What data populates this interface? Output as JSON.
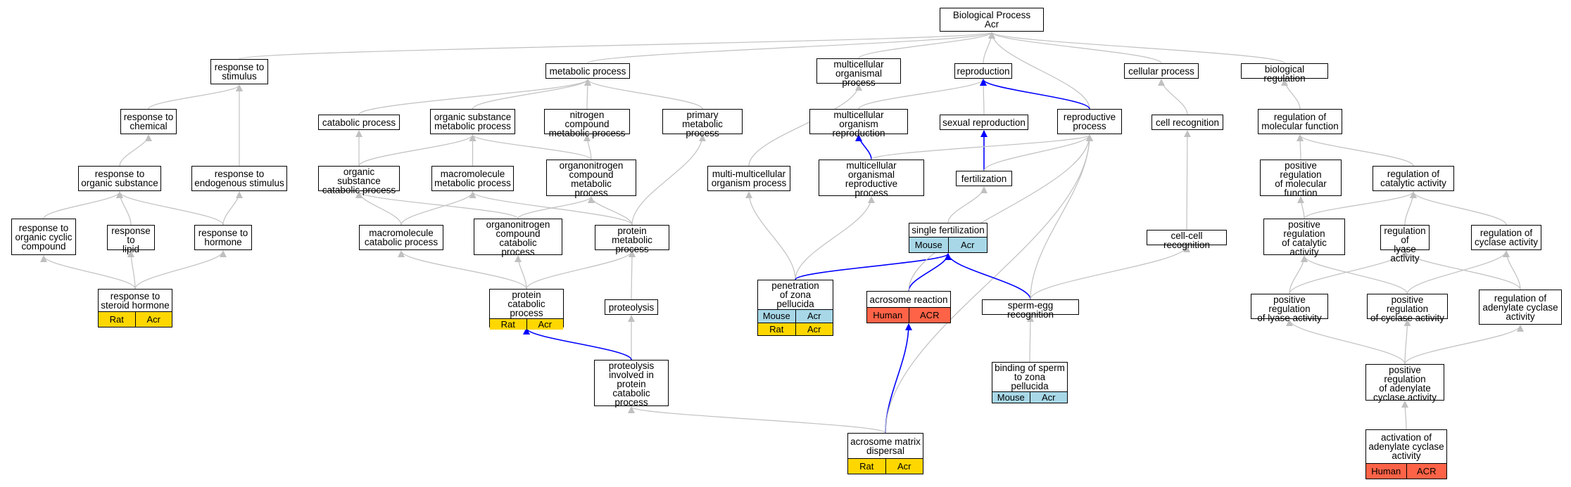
{
  "colors": {
    "edge_default": "#c0c0c0",
    "edge_highlight": "#0000ff",
    "mouse": "#a8d8e8",
    "rat": "#ffd700",
    "human": "#ff6347"
  },
  "nodes": {
    "bp": {
      "label": "Biological Process\nAcr"
    },
    "rstim": {
      "label": "response to\nstimulus"
    },
    "metab": {
      "label": "metabolic process"
    },
    "mcop": {
      "label": "multicellular\norganismal process"
    },
    "repro": {
      "label": "reproduction"
    },
    "cellp": {
      "label": "cellular process"
    },
    "bioreg": {
      "label": "biological regulation"
    },
    "rchem": {
      "label": "response to\nchemical"
    },
    "catab": {
      "label": "catabolic process"
    },
    "osmp": {
      "label": "organic substance\nmetabolic process"
    },
    "ncmp": {
      "label": "nitrogen compound\nmetabolic process"
    },
    "pmp": {
      "label": "primary metabolic\nprocess"
    },
    "mor": {
      "label": "multicellular\norganism reproduction"
    },
    "sexrep": {
      "label": "sexual reproduction"
    },
    "reprop": {
      "label": "reproductive\nprocess"
    },
    "cellrec": {
      "label": "cell recognition"
    },
    "regmol": {
      "label": "regulation of\nmolecular function"
    },
    "ros": {
      "label": "response to\norganic substance"
    },
    "res": {
      "label": "response to\nendogenous stimulus"
    },
    "oscp": {
      "label": "organic substance\ncatabolic process"
    },
    "mmp": {
      "label": "macromolecule\nmetabolic process"
    },
    "ocmp": {
      "label": "organonitrogen\ncompound metabolic\nprocess"
    },
    "mmop": {
      "label": "multi-multicellular\norganism process"
    },
    "mcrp": {
      "label": "multicellular\norganismal reproductive\nprocess"
    },
    "fert": {
      "label": "fertilization"
    },
    "prmf": {
      "label": "positive regulation\nof molecular\nfunction"
    },
    "rca": {
      "label": "regulation of\ncatalytic activity"
    },
    "rocc": {
      "label": "response to\norganic cyclic\ncompound"
    },
    "rlip": {
      "label": "response to\nlipid"
    },
    "rhorm": {
      "label": "response to\nhormone"
    },
    "mcp": {
      "label": "macromolecule\ncatabolic process"
    },
    "occp": {
      "label": "organonitrogen\ncompound catabolic\nprocess"
    },
    "protmp": {
      "label": "protein metabolic\nprocess"
    },
    "sfert": {
      "label": "single fertilization",
      "annot": [
        "Mouse",
        "Acr"
      ],
      "annot_color": "mouse"
    },
    "ccrec": {
      "label": "cell-cell recognition"
    },
    "prca": {
      "label": "positive regulation\nof catalytic\nactivity"
    },
    "rla": {
      "label": "regulation of\nlyase activity"
    },
    "rcyc": {
      "label": "regulation of\ncyclase activity"
    },
    "rsh": {
      "label": "response to\nsteroid hormone",
      "annot": [
        "Rat",
        "Acr"
      ],
      "annot_color": "rat"
    },
    "pcp": {
      "label": "protein catabolic\nprocess",
      "annot": [
        "Rat",
        "Acr"
      ],
      "annot_color": "rat"
    },
    "pzp": {
      "label": "penetration\nof zona pellucida",
      "annot": [
        "Mouse",
        "Acr"
      ],
      "annot_color": "mouse",
      "annot2": [
        "Rat",
        "Acr"
      ],
      "annot2_color": "rat"
    },
    "acr": {
      "label": "acrosome reaction",
      "annot": [
        "Human",
        "ACR"
      ],
      "annot_color": "human"
    },
    "ser": {
      "label": "sperm-egg recognition"
    },
    "prot": {
      "label": "proteolysis"
    },
    "prla": {
      "label": "positive regulation\nof lyase activity"
    },
    "prcyc": {
      "label": "positive regulation\nof cyclase activity"
    },
    "raca": {
      "label": "regulation of\nadenylate cyclase\nactivity"
    },
    "bszp": {
      "label": "binding of sperm\nto zona pellucida",
      "annot": [
        "Mouse",
        "Acr"
      ],
      "annot_color": "mouse"
    },
    "pipcp": {
      "label": "proteolysis\ninvolved in\nprotein catabolic\nprocess"
    },
    "praca": {
      "label": "positive regulation\nof adenylate\ncyclase activity"
    },
    "amd": {
      "label": "acrosome matrix\ndispersal",
      "annot": [
        "Rat",
        "Acr"
      ],
      "annot_color": "rat"
    },
    "aaca": {
      "label": "activation of\nadenylate cyclase\nactivity",
      "annot": [
        "Human",
        "ACR"
      ],
      "annot_color": "human"
    }
  },
  "edges": [
    {
      "from": "rstim",
      "to": "bp"
    },
    {
      "from": "metab",
      "to": "bp"
    },
    {
      "from": "mcop",
      "to": "bp"
    },
    {
      "from": "repro",
      "to": "bp"
    },
    {
      "from": "cellp",
      "to": "bp"
    },
    {
      "from": "bioreg",
      "to": "bp"
    },
    {
      "from": "reprop",
      "to": "bp"
    },
    {
      "from": "rchem",
      "to": "rstim"
    },
    {
      "from": "res",
      "to": "rstim"
    },
    {
      "from": "catab",
      "to": "metab"
    },
    {
      "from": "osmp",
      "to": "metab"
    },
    {
      "from": "ncmp",
      "to": "metab"
    },
    {
      "from": "pmp",
      "to": "metab"
    },
    {
      "from": "mor",
      "to": "repro"
    },
    {
      "from": "sexrep",
      "to": "repro"
    },
    {
      "from": "reprop",
      "to": "repro",
      "highlight": true
    },
    {
      "from": "mmop",
      "to": "mcop"
    },
    {
      "from": "mcrp",
      "to": "mor",
      "highlight": true
    },
    {
      "from": "fert",
      "to": "sexrep",
      "highlight": true
    },
    {
      "from": "fert",
      "to": "reprop"
    },
    {
      "from": "mcrp",
      "to": "reprop"
    },
    {
      "from": "cellrec",
      "to": "cellp"
    },
    {
      "from": "regmol",
      "to": "bioreg"
    },
    {
      "from": "ros",
      "to": "rchem"
    },
    {
      "from": "oscp",
      "to": "catab"
    },
    {
      "from": "oscp",
      "to": "osmp"
    },
    {
      "from": "mmp",
      "to": "osmp"
    },
    {
      "from": "ocmp",
      "to": "osmp"
    },
    {
      "from": "ocmp",
      "to": "ncmp"
    },
    {
      "from": "protmp",
      "to": "pmp"
    },
    {
      "from": "rocc",
      "to": "ros"
    },
    {
      "from": "rlip",
      "to": "ros"
    },
    {
      "from": "rhorm",
      "to": "ros"
    },
    {
      "from": "rhorm",
      "to": "res"
    },
    {
      "from": "mcp",
      "to": "oscp"
    },
    {
      "from": "mcp",
      "to": "mmp"
    },
    {
      "from": "occp",
      "to": "oscp"
    },
    {
      "from": "occp",
      "to": "ocmp"
    },
    {
      "from": "protmp",
      "to": "mmp"
    },
    {
      "from": "protmp",
      "to": "ocmp"
    },
    {
      "from": "rsh",
      "to": "rocc"
    },
    {
      "from": "rsh",
      "to": "rlip"
    },
    {
      "from": "rsh",
      "to": "rhorm"
    },
    {
      "from": "pcp",
      "to": "mcp"
    },
    {
      "from": "pcp",
      "to": "occp"
    },
    {
      "from": "pcp",
      "to": "protmp"
    },
    {
      "from": "prot",
      "to": "protmp"
    },
    {
      "from": "pipcp",
      "to": "prot"
    },
    {
      "from": "pipcp",
      "to": "pcp",
      "highlight": true
    },
    {
      "from": "amd",
      "to": "pipcp"
    },
    {
      "from": "amd",
      "to": "acr",
      "highlight": true
    },
    {
      "from": "amd",
      "to": "reprop"
    },
    {
      "from": "sfert",
      "to": "fert"
    },
    {
      "from": "pzp",
      "to": "mmop"
    },
    {
      "from": "pzp",
      "to": "mcrp"
    },
    {
      "from": "pzp",
      "to": "sfert",
      "highlight": true
    },
    {
      "from": "acr",
      "to": "sfert",
      "highlight": true
    },
    {
      "from": "acr",
      "to": "reprop"
    },
    {
      "from": "ser",
      "to": "sfert",
      "highlight": true
    },
    {
      "from": "ser",
      "to": "reprop"
    },
    {
      "from": "ser",
      "to": "ccrec"
    },
    {
      "from": "ccrec",
      "to": "cellrec"
    },
    {
      "from": "bszp",
      "to": "ser"
    },
    {
      "from": "prmf",
      "to": "regmol"
    },
    {
      "from": "rca",
      "to": "regmol"
    },
    {
      "from": "prca",
      "to": "prmf"
    },
    {
      "from": "prca",
      "to": "rca"
    },
    {
      "from": "rla",
      "to": "rca"
    },
    {
      "from": "rcyc",
      "to": "rca"
    },
    {
      "from": "prla",
      "to": "prca"
    },
    {
      "from": "prla",
      "to": "rla"
    },
    {
      "from": "prcyc",
      "to": "prca"
    },
    {
      "from": "prcyc",
      "to": "rcyc"
    },
    {
      "from": "raca",
      "to": "rla"
    },
    {
      "from": "raca",
      "to": "rcyc"
    },
    {
      "from": "praca",
      "to": "prla"
    },
    {
      "from": "praca",
      "to": "prcyc"
    },
    {
      "from": "praca",
      "to": "raca"
    },
    {
      "from": "aaca",
      "to": "praca"
    }
  ]
}
